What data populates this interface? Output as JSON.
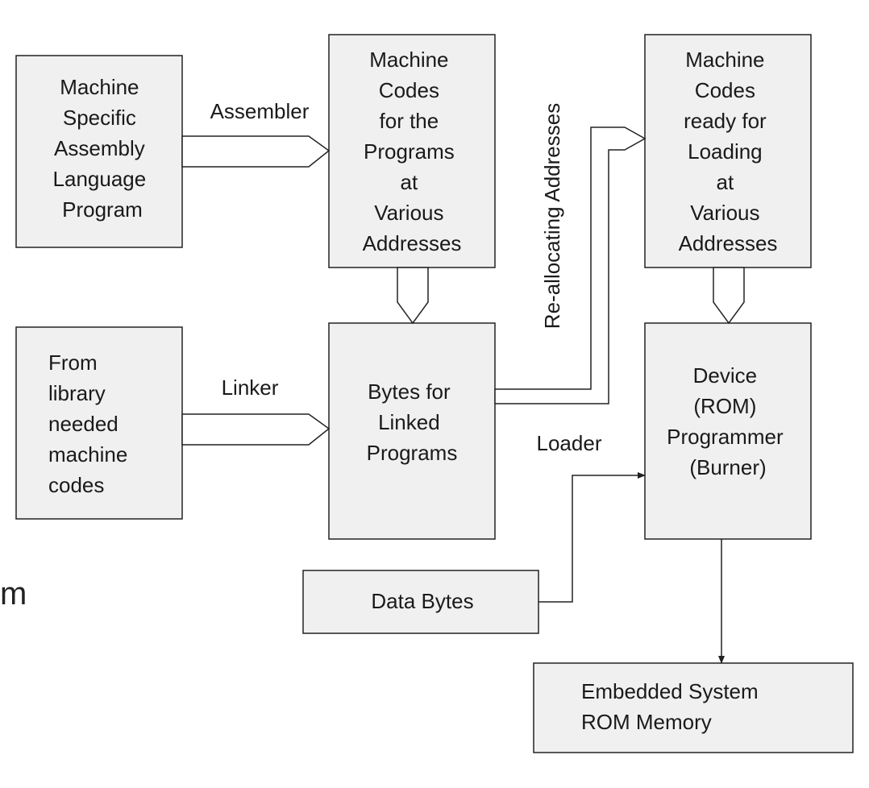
{
  "diagram": {
    "nodes": {
      "asm_program": [
        "Machine",
        "Specific",
        "Assembly",
        "Language",
        "Program"
      ],
      "machine_codes": [
        "Machine",
        "Codes",
        "for the",
        "Programs",
        "at",
        "Various",
        "Addresses"
      ],
      "ready_codes": [
        "Machine",
        "Codes",
        "ready for",
        "Loading",
        "at",
        "Various",
        "Addresses"
      ],
      "library": [
        "From",
        "library",
        "needed",
        "machine",
        "codes"
      ],
      "linked_bytes": [
        "Bytes for",
        "Linked",
        "Programs"
      ],
      "device_programmer": [
        "Device",
        "(ROM)",
        "Programmer",
        "(Burner)"
      ],
      "data_bytes": [
        "Data Bytes"
      ],
      "rom_memory": [
        "Embedded System",
        "ROM Memory"
      ]
    },
    "edges": {
      "assembler": "Assembler",
      "linker": "Linker",
      "reallocating": "Re-allocating Addresses",
      "loader": "Loader"
    },
    "cropped_fragment": "m"
  }
}
